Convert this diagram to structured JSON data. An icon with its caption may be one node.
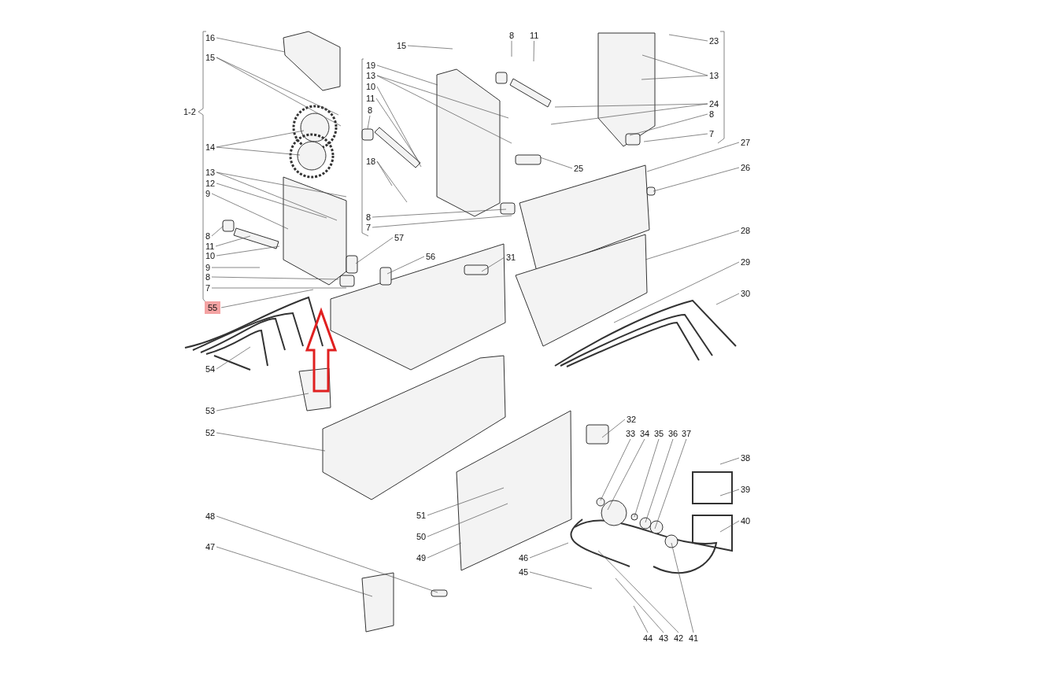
{
  "diagram": {
    "nodes": [
      {
        "text": [
          "16"
        ]
      },
      {
        "text": [
          "15"
        ]
      },
      {
        "text": [
          "14"
        ]
      },
      {
        "text": [
          "13"
        ]
      },
      {
        "text": [
          "12"
        ]
      },
      {
        "text": [
          "9"
        ]
      },
      {
        "text": [
          "8"
        ]
      },
      {
        "text": [
          "11"
        ]
      },
      {
        "text": [
          "10"
        ]
      },
      {
        "text": [
          "9"
        ]
      },
      {
        "text": [
          "8"
        ]
      },
      {
        "text": [
          "7"
        ]
      },
      {
        "text": [
          "55"
        ]
      },
      {
        "text": [
          "54"
        ]
      },
      {
        "text": [
          "53"
        ]
      },
      {
        "text": [
          "52"
        ]
      },
      {
        "text": [
          "48"
        ]
      },
      {
        "text": [
          "47"
        ]
      },
      {
        "text": [
          "15"
        ]
      },
      {
        "text": [
          "8"
        ]
      },
      {
        "text": [
          "11"
        ]
      },
      {
        "text": [
          "19"
        ]
      },
      {
        "text": [
          "13"
        ]
      },
      {
        "text": [
          "10"
        ]
      },
      {
        "text": [
          "11"
        ]
      },
      {
        "text": [
          "8"
        ]
      },
      {
        "text": [
          "18"
        ]
      },
      {
        "text": [
          "8"
        ]
      },
      {
        "text": [
          "7"
        ]
      },
      {
        "text": [
          "57"
        ]
      },
      {
        "text": [
          "56"
        ]
      },
      {
        "text": [
          "31"
        ]
      },
      {
        "text": [
          "23"
        ]
      },
      {
        "text": [
          "13"
        ]
      },
      {
        "text": [
          "24"
        ]
      },
      {
        "text": [
          "8"
        ]
      },
      {
        "text": [
          "7"
        ]
      },
      {
        "text": [
          "27"
        ]
      },
      {
        "text": [
          "25"
        ]
      },
      {
        "text": [
          "26"
        ]
      },
      {
        "text": [
          "28"
        ]
      },
      {
        "text": [
          "29"
        ]
      },
      {
        "text": [
          "30"
        ]
      },
      {
        "text": [
          "32"
        ]
      },
      {
        "text": [
          "33"
        ]
      },
      {
        "text": [
          "34"
        ]
      },
      {
        "text": [
          "35"
        ]
      },
      {
        "text": [
          "36"
        ]
      },
      {
        "text": [
          "37"
        ]
      },
      {
        "text": [
          "38"
        ]
      },
      {
        "text": [
          "39"
        ]
      },
      {
        "text": [
          "40"
        ]
      },
      {
        "text": [
          "51"
        ]
      },
      {
        "text": [
          "50"
        ]
      },
      {
        "text": [
          "49"
        ]
      },
      {
        "text": [
          "46"
        ]
      },
      {
        "text": [
          "45"
        ]
      },
      {
        "text": [
          "44"
        ]
      },
      {
        "text": [
          "43"
        ]
      },
      {
        "text": [
          "42"
        ]
      },
      {
        "text": [
          "41"
        ]
      }
    ],
    "edges": [
      {
        "from": 0,
        "to": null,
        "arrow": "none"
      },
      {
        "from": 1,
        "to": null,
        "arrow": "none"
      },
      {
        "from": 1,
        "to": null,
        "arrow": "none"
      },
      {
        "from": 2,
        "to": null,
        "arrow": "none"
      },
      {
        "from": 2,
        "to": null,
        "arrow": "none"
      },
      {
        "from": 3,
        "to": null,
        "arrow": "none"
      },
      {
        "from": 3,
        "to": null,
        "arrow": "none"
      },
      {
        "from": 4,
        "to": null,
        "arrow": "none"
      },
      {
        "from": 5,
        "to": null,
        "arrow": "none"
      },
      {
        "from": 6,
        "to": null,
        "arrow": "none"
      },
      {
        "from": 7,
        "to": null,
        "arrow": "none"
      },
      {
        "from": 8,
        "to": null,
        "arrow": "none"
      },
      {
        "from": 9,
        "to": null,
        "arrow": "none"
      },
      {
        "from": 10,
        "to": null,
        "arrow": "none"
      },
      {
        "from": 11,
        "to": null,
        "arrow": "none"
      },
      {
        "from": 12,
        "to": null,
        "arrow": "none"
      },
      {
        "from": 13,
        "to": null,
        "arrow": "none"
      },
      {
        "from": 14,
        "to": null,
        "arrow": "none"
      },
      {
        "from": 15,
        "to": null,
        "arrow": "none"
      },
      {
        "from": 16,
        "to": null,
        "arrow": "none"
      },
      {
        "from": 17,
        "to": null,
        "arrow": "none"
      },
      {
        "from": 18,
        "to": null,
        "arrow": "none"
      },
      {
        "from": 19,
        "to": null,
        "arrow": "none"
      },
      {
        "from": 20,
        "to": null,
        "arrow": "none"
      },
      {
        "from": 21,
        "to": null,
        "arrow": "none"
      },
      {
        "from": 22,
        "to": null,
        "arrow": "none"
      },
      {
        "from": 22,
        "to": null,
        "arrow": "none"
      },
      {
        "from": 23,
        "to": null,
        "arrow": "none"
      },
      {
        "from": 24,
        "to": null,
        "arrow": "none"
      },
      {
        "from": 25,
        "to": null,
        "arrow": "none"
      },
      {
        "from": 26,
        "to": null,
        "arrow": "none"
      },
      {
        "from": 26,
        "to": null,
        "arrow": "none"
      },
      {
        "from": 27,
        "to": null,
        "arrow": "none"
      },
      {
        "from": 28,
        "to": null,
        "arrow": "none"
      },
      {
        "from": 29,
        "to": null,
        "arrow": "none"
      },
      {
        "from": 30,
        "to": null,
        "arrow": "none"
      },
      {
        "from": 31,
        "to": null,
        "arrow": "none"
      },
      {
        "from": 32,
        "to": null,
        "arrow": "none"
      },
      {
        "from": 33,
        "to": null,
        "arrow": "none"
      },
      {
        "from": 33,
        "to": null,
        "arrow": "none"
      },
      {
        "from": 34,
        "to": null,
        "arrow": "none"
      },
      {
        "from": 34,
        "to": null,
        "arrow": "none"
      },
      {
        "from": 35,
        "to": null,
        "arrow": "none"
      },
      {
        "from": 36,
        "to": null,
        "arrow": "none"
      },
      {
        "from": 37,
        "to": null,
        "arrow": "none"
      },
      {
        "from": 38,
        "to": null,
        "arrow": "none"
      },
      {
        "from": 39,
        "to": null,
        "arrow": "none"
      },
      {
        "from": 40,
        "to": null,
        "arrow": "none"
      },
      {
        "from": 41,
        "to": null,
        "arrow": "none"
      },
      {
        "from": 42,
        "to": null,
        "arrow": "none"
      },
      {
        "from": 43,
        "to": null,
        "arrow": "none"
      },
      {
        "from": 44,
        "to": null,
        "arrow": "none"
      },
      {
        "from": 45,
        "to": null,
        "arrow": "none"
      },
      {
        "from": 46,
        "to": null,
        "arrow": "none"
      },
      {
        "from": 47,
        "to": null,
        "arrow": "none"
      },
      {
        "from": 48,
        "to": null,
        "arrow": "none"
      },
      {
        "from": 49,
        "to": null,
        "arrow": "none"
      },
      {
        "from": 50,
        "to": null,
        "arrow": "none"
      },
      {
        "from": 51,
        "to": null,
        "arrow": "none"
      },
      {
        "from": 52,
        "to": null,
        "arrow": "none"
      },
      {
        "from": 53,
        "to": null,
        "arrow": "none"
      },
      {
        "from": 54,
        "to": null,
        "arrow": "none"
      },
      {
        "from": 55,
        "to": null,
        "arrow": "none"
      },
      {
        "from": 56,
        "to": null,
        "arrow": "none"
      },
      {
        "from": 57,
        "to": null,
        "arrow": "none"
      },
      {
        "from": 58,
        "to": null,
        "arrow": "none"
      },
      {
        "from": 59,
        "to": null,
        "arrow": "none"
      },
      {
        "from": 60,
        "to": null,
        "arrow": "none"
      }
    ],
    "labels": [
      "1-2"
    ]
  }
}
